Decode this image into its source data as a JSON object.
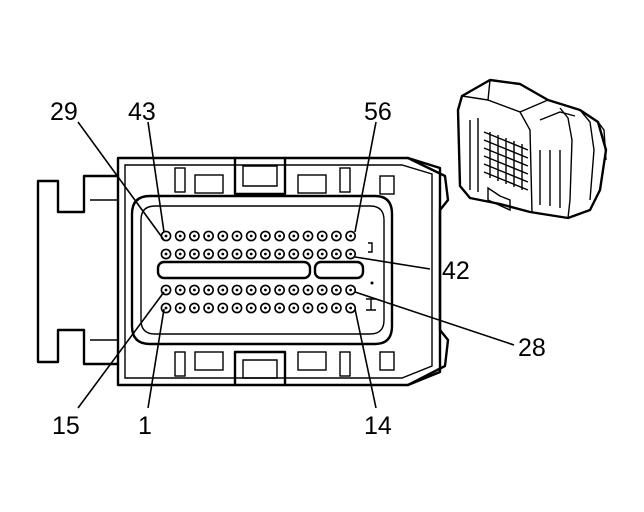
{
  "labels": {
    "pin_29": "29",
    "pin_43": "43",
    "pin_56": "56",
    "pin_42": "42",
    "pin_28": "28",
    "pin_15": "15",
    "pin_1": "1",
    "pin_14": "14"
  },
  "connector": {
    "pins_per_row": 14,
    "rows": [
      {
        "row": "top",
        "first_pin": 43,
        "last_pin": 56
      },
      {
        "row": "upper",
        "first_pin": 29,
        "last_pin": 42
      },
      {
        "row": "lower",
        "first_pin": 15,
        "last_pin": 28
      },
      {
        "row": "bottom",
        "first_pin": 1,
        "last_pin": 14
      }
    ]
  },
  "colors": {
    "line": "#000000",
    "background": "#ffffff"
  }
}
